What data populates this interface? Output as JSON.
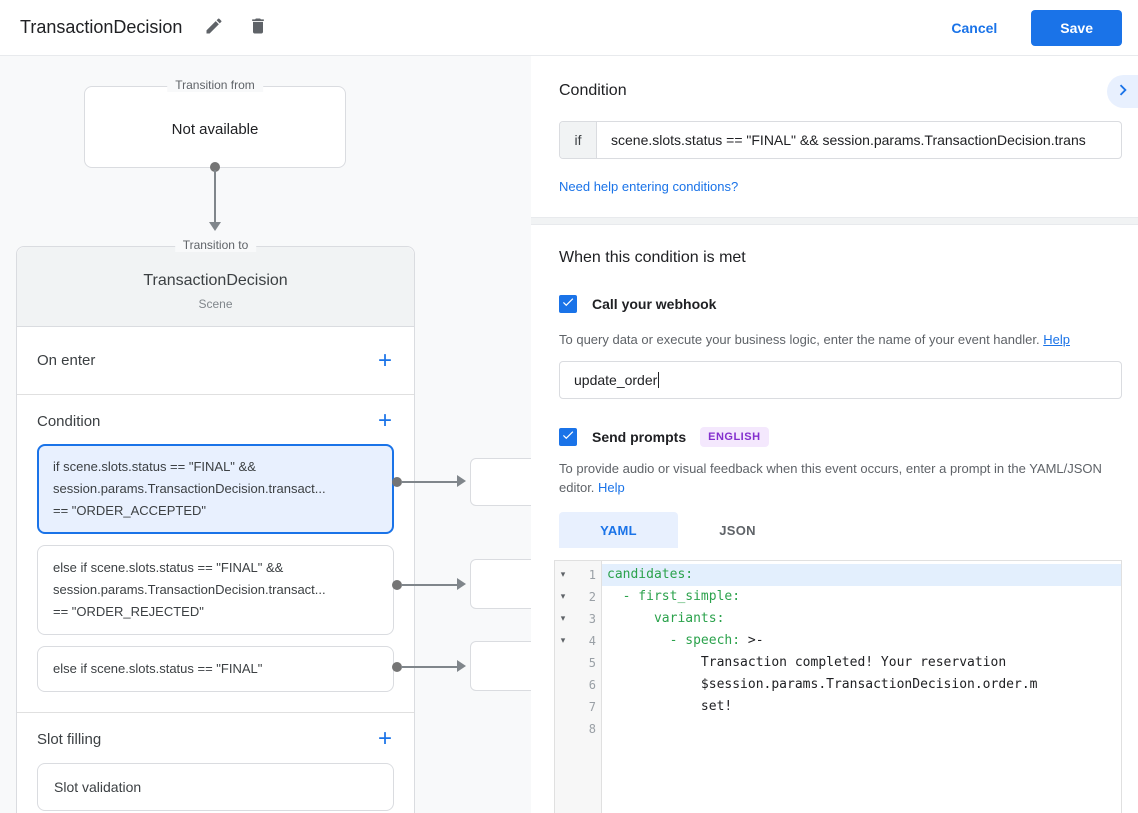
{
  "header": {
    "title": "TransactionDecision",
    "cancel_label": "Cancel",
    "save_label": "Save"
  },
  "flow": {
    "transition_from_label": "Transition from",
    "transition_from_value": "Not available",
    "transition_to_label": "Transition to",
    "scene_title": "TransactionDecision",
    "scene_subtitle": "Scene",
    "on_enter_label": "On enter",
    "condition_label": "Condition",
    "slot_filling_label": "Slot filling",
    "slot_validation_label": "Slot validation",
    "conditions": [
      {
        "text": "if scene.slots.status == \"FINAL\" &&\nsession.params.TransactionDecision.transact...\n== \"ORDER_ACCEPTED\"",
        "selected": true
      },
      {
        "text": "else if scene.slots.status == \"FINAL\" &&\nsession.params.TransactionDecision.transact...\n== \"ORDER_REJECTED\"",
        "selected": false
      },
      {
        "text": "else if scene.slots.status == \"FINAL\"",
        "selected": false
      }
    ]
  },
  "panel": {
    "title": "Condition",
    "if_label": "if",
    "if_value": "scene.slots.status == \"FINAL\" && session.params.TransactionDecision.trans",
    "conditions_help_link": "Need help entering conditions?",
    "when_met_title": "When this condition is met",
    "webhook": {
      "label": "Call your webhook",
      "helper": "To query data or execute your business logic, enter the name of your event handler.",
      "help_label": "Help",
      "value": "update_order"
    },
    "prompts": {
      "label": "Send prompts",
      "badge": "ENGLISH",
      "helper": "To provide audio or visual feedback when this event occurs, enter a prompt in the YAML/JSON editor.",
      "help_label": "Help"
    },
    "tabs": [
      {
        "label": "YAML",
        "active": true
      },
      {
        "label": "JSON",
        "active": false
      }
    ],
    "editor": {
      "lines": [
        {
          "num": "1",
          "fold": true,
          "active": true,
          "segments": [
            {
              "c": "key",
              "t": "candidates:"
            }
          ]
        },
        {
          "num": "2",
          "fold": true,
          "segments": [
            {
              "c": "plain",
              "t": "  "
            },
            {
              "c": "key",
              "t": "- first_simple:"
            }
          ]
        },
        {
          "num": "3",
          "fold": true,
          "segments": [
            {
              "c": "plain",
              "t": "      "
            },
            {
              "c": "key",
              "t": "variants:"
            }
          ]
        },
        {
          "num": "4",
          "fold": true,
          "segments": [
            {
              "c": "plain",
              "t": "        "
            },
            {
              "c": "key",
              "t": "- speech:"
            },
            {
              "c": "plain",
              "t": " >-"
            }
          ]
        },
        {
          "num": "5",
          "segments": [
            {
              "c": "plain",
              "t": "            Transaction completed! Your reservation"
            }
          ]
        },
        {
          "num": "6",
          "segments": [
            {
              "c": "plain",
              "t": "            $session.params.TransactionDecision.order.m"
            }
          ]
        },
        {
          "num": "7",
          "segments": [
            {
              "c": "plain",
              "t": "            set!"
            }
          ]
        },
        {
          "num": "8",
          "segments": []
        }
      ]
    }
  },
  "colors": {
    "accent": "#1a73e8",
    "selected_condition_bg": "#e8f0fe",
    "yaml_key_green": "#2ba24c",
    "badge_text": "#8430ce",
    "badge_bg": "#f4e8fd",
    "active_line_bg": "#e3effd"
  }
}
